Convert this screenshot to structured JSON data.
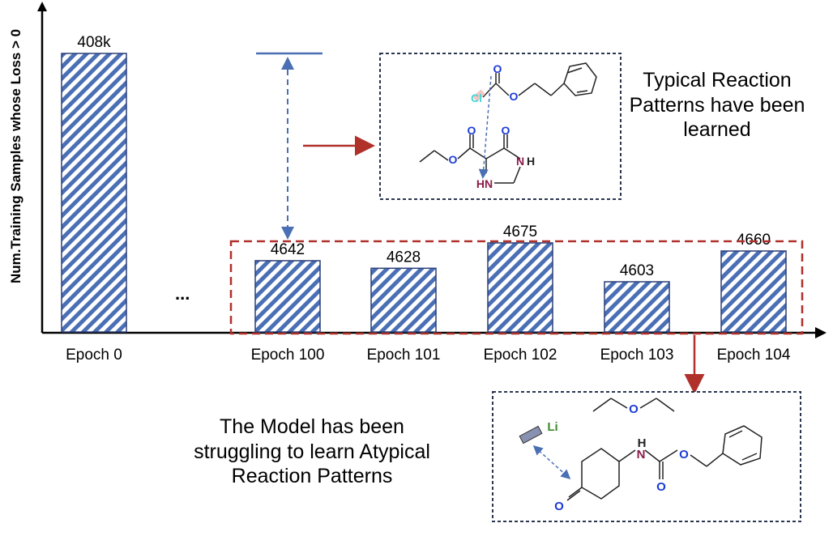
{
  "chart_data": {
    "type": "bar",
    "title": "",
    "xlabel": "",
    "ylabel": "Num.Training Samples whose Loss > 0",
    "categories": [
      "Epoch 0",
      "Epoch 100",
      "Epoch 101",
      "Epoch 102",
      "Epoch 103",
      "Epoch 104"
    ],
    "values": [
      408000,
      4642,
      4628,
      4675,
      4603,
      4660
    ],
    "data_labels": [
      "408k",
      "4642",
      "4628",
      "4675",
      "4603",
      "4660"
    ],
    "axis_break": "...",
    "grid": false,
    "legend": "none",
    "colors": {
      "bar_stripe": "#4a6fb5",
      "highlight_box": "#b0302a",
      "arrow_red": "#b0302a",
      "arrow_blue": "#4a6fb5",
      "panel_border": "#2a3550"
    }
  },
  "annotations": {
    "typical": "Typical Reaction Patterns have been learned",
    "atypical": "The Model has been struggling to learn Atypical Reaction Patterns"
  },
  "molecules": {
    "typical_labels": [
      "O",
      "Cl",
      "O",
      "O",
      "O",
      "O",
      "N",
      "H",
      "HN"
    ],
    "atypical_labels": [
      "O",
      "Li",
      "H",
      "N",
      "O",
      "O",
      "O"
    ]
  }
}
